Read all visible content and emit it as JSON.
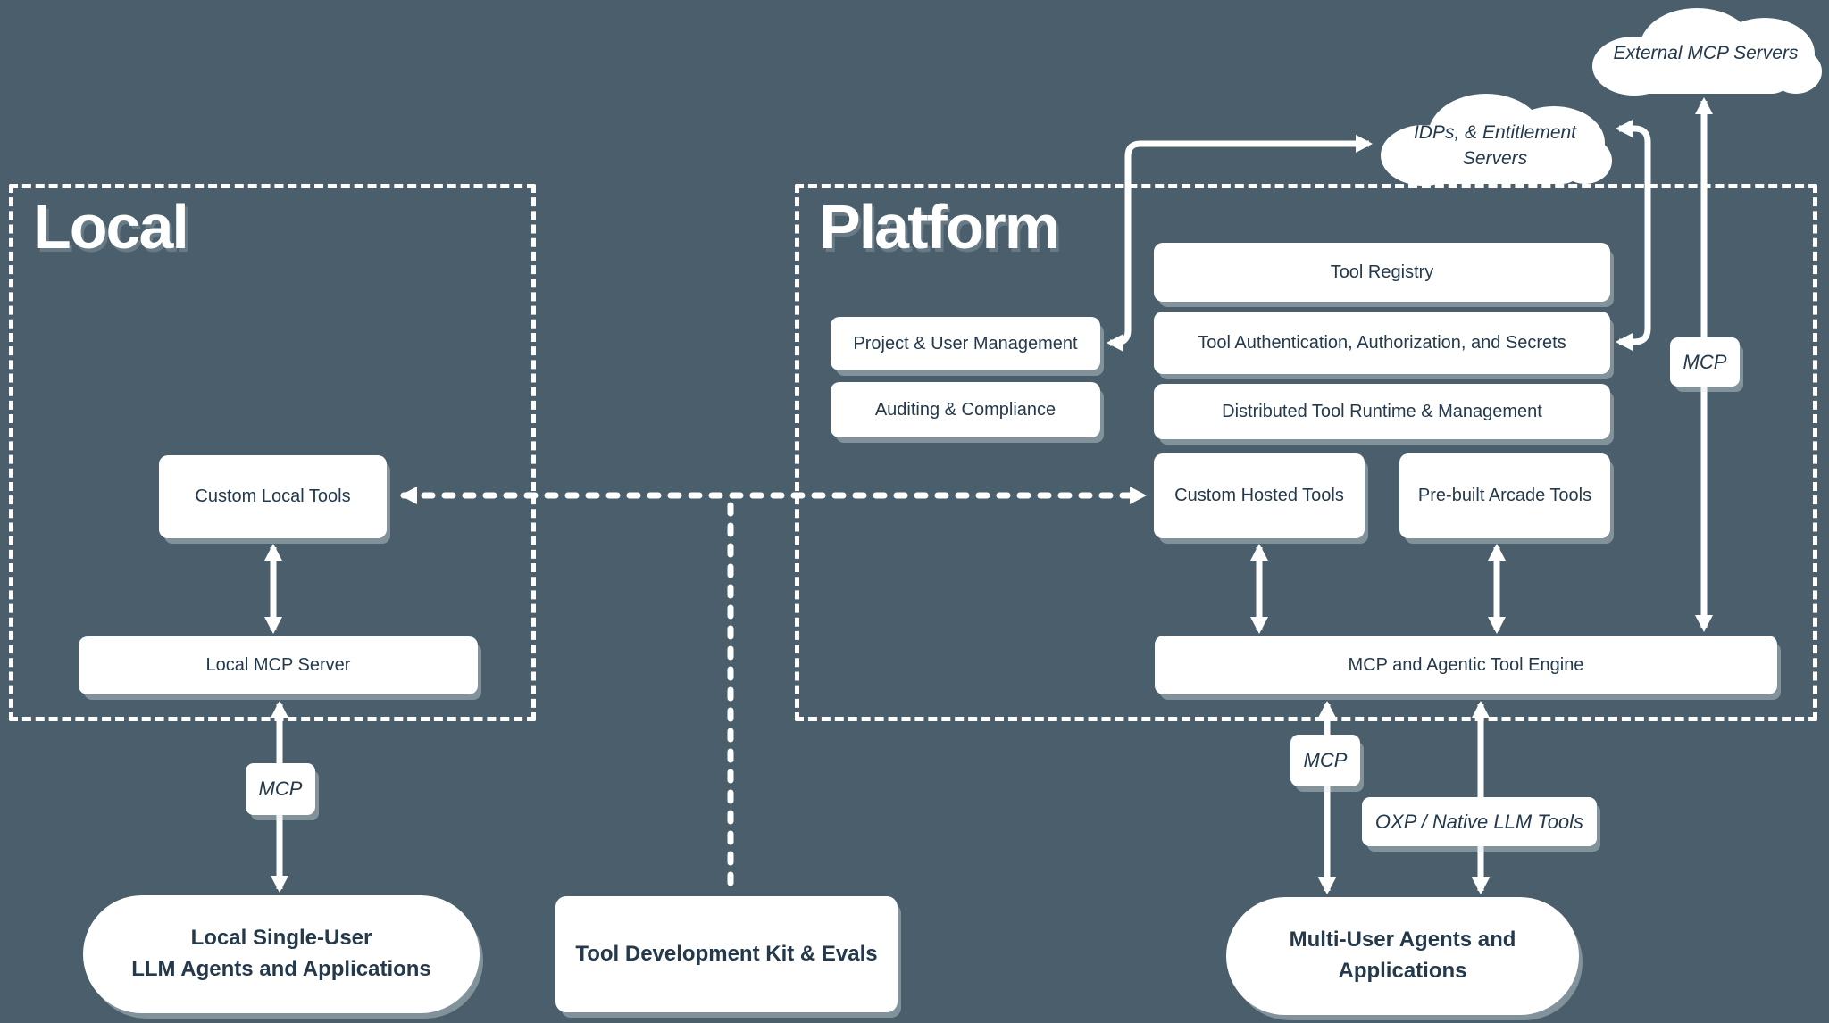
{
  "colors": {
    "background": "#4a5f6b",
    "ink": "#24394b",
    "line": "#ffffff"
  },
  "regions": {
    "local": {
      "title": "Local"
    },
    "platform": {
      "title": "Platform"
    }
  },
  "nodes": {
    "custom_local_tools": "Custom Local Tools",
    "local_mcp_server": "Local MCP Server",
    "tool_registry": "Tool Registry",
    "project_user_management": "Project & User Management",
    "tool_auth": "Tool Authentication, Authorization, and Secrets",
    "auditing_compliance": "Auditing & Compliance",
    "distributed_runtime": "Distributed Tool Runtime & Management",
    "custom_hosted_tools": "Custom Hosted Tools",
    "prebuilt_arcade_tools": "Pre-built Arcade Tools",
    "mcp_engine": "MCP and Agentic Tool Engine"
  },
  "clouds": {
    "external": "External MCP Servers",
    "idps_line1": "IDPs, & Entitlement",
    "idps_line2": "Servers"
  },
  "edge_labels": {
    "mcp_local": "MCP",
    "mcp_platform": "MCP",
    "mcp_external": "MCP",
    "oxp": "OXP / Native LLM Tools"
  },
  "bottom_nodes": {
    "local_agents_line1": "Local Single-User",
    "local_agents_line2": "LLM Agents and Applications",
    "tool_dev_kit": "Tool Development Kit & Evals",
    "multi_user_line1": "Multi-User Agents and",
    "multi_user_line2": "Applications"
  }
}
